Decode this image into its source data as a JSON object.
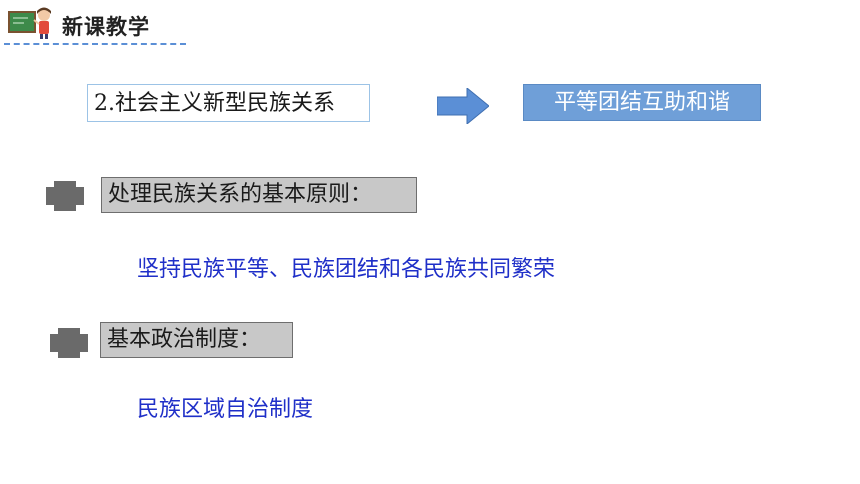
{
  "header": {
    "title": "新课教学",
    "logo_icon": "teacher-with-chalkboard-icon"
  },
  "topic": {
    "label": "2.社会主义新型民族关系",
    "arrow_icon": "right-arrow-icon",
    "result": "平等团结互助和谐"
  },
  "sections": [
    {
      "heading": "处理民族关系的基本原则：",
      "content": "坚持民族平等、民族团结和各民族共同繁荣"
    },
    {
      "heading": "基本政治制度：",
      "content": "民族区域自治制度"
    }
  ],
  "colors": {
    "accent_blue": "#6f9fd8",
    "content_text": "#1f2fc8",
    "label_fill": "#c8c8c8",
    "bullet_fill": "#6a6a6a"
  }
}
